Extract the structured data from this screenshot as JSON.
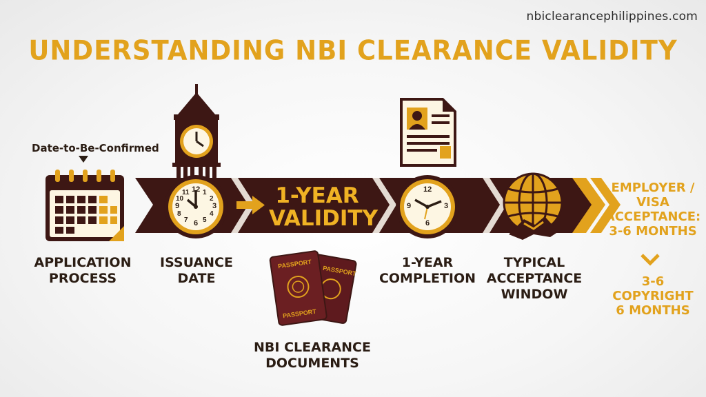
{
  "site_url": "nbiclearancephilippines.com",
  "title": "UNDERSTANDING NBI CLEARANCE VALIDITY",
  "calendar_caption": "Date-to-Be-Confirmed",
  "validity_line1": "1-YEAR",
  "validity_line2": "VALIDITY",
  "steps": [
    {
      "line1": "APPLICATION",
      "line2": "PROCESS"
    },
    {
      "line1": "ISSUANCE",
      "line2": "DATE"
    },
    {
      "line1": "1-YEAR",
      "line2": "COMPLETION"
    },
    {
      "line1": "TYPICAL",
      "line2": "ACCEPTANCE",
      "line3": "WINDOW"
    }
  ],
  "documents": {
    "line1": "NBI CLEARANCE",
    "line2": "DOCUMENTS",
    "passport_text": "PASSPORT"
  },
  "employer": {
    "line1": "EMPLOYER /",
    "line2": "VISA",
    "line3": "ACCEPTANCE:",
    "line4": "3-6 MONTHS"
  },
  "copyright": {
    "line1": "3-6",
    "line2": "COPYRIGHT",
    "line3": "6 MONTHS"
  },
  "clock_numbers": [
    "12",
    "1",
    "2",
    "3",
    "4",
    "5",
    "6",
    "7",
    "8",
    "9",
    "10",
    "11"
  ],
  "colors": {
    "brown": "#3d1714",
    "gold": "#e2a21d",
    "cream": "#fdf6e3",
    "dark_text": "#2b1d14"
  }
}
